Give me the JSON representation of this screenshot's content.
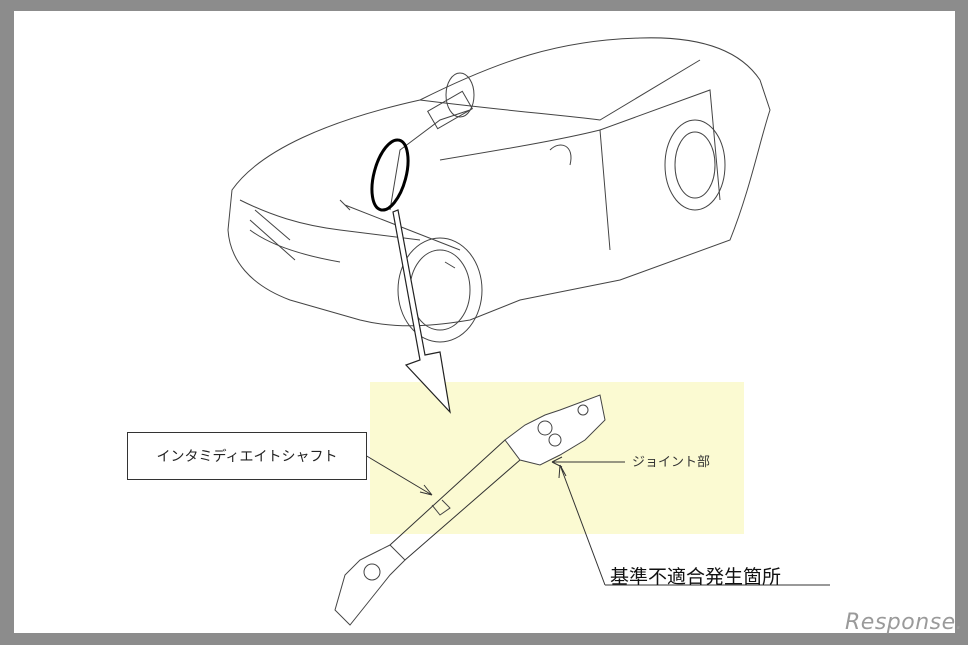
{
  "labels": {
    "part_name": "インタミディエイトシャフト",
    "joint": "ジョイント部",
    "defect_location": "基準不適合発生箇所"
  },
  "watermark": "Response."
}
